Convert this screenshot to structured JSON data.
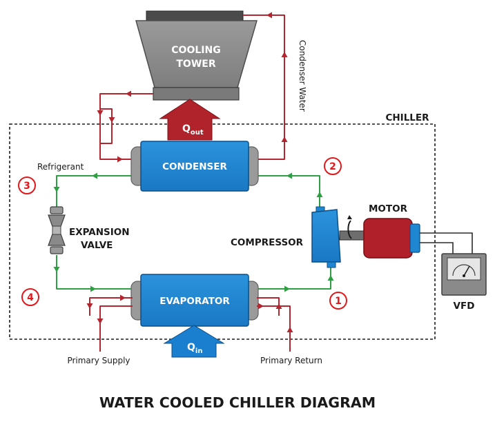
{
  "labels": {
    "cooling_tower_line1": "COOLING",
    "cooling_tower_line2": "TOWER",
    "condenser_water": "Condenser Water",
    "chiller": "CHILLER",
    "q_out_main": "Q",
    "q_out_sub": "out",
    "q_in_main": "Q",
    "q_in_sub": "in",
    "condenser": "CONDENSER",
    "evaporator": "EVAPORATOR",
    "refrigerant": "Refrigerant",
    "expansion_valve_line1": "EXPANSION",
    "expansion_valve_line2": "VALVE",
    "compressor": "COMPRESSOR",
    "motor": "MOTOR",
    "vfd": "VFD",
    "primary_supply": "Primary Supply",
    "primary_return": "Primary Return",
    "title": "WATER COOLED CHILLER DIAGRAM"
  },
  "markers": [
    "1",
    "2",
    "3",
    "4"
  ],
  "colors": {
    "water_line": "#b2262f",
    "refrigerant_line": "#2ea043",
    "component_blue": "#1f86d2",
    "component_border": "#0a4e88",
    "heat_arrow_red": "#b0232b",
    "heat_arrow_blue": "#1b7fd0",
    "motor_red": "#b0202a",
    "marker_red": "#e0181b",
    "tower_gray": "#8f8f8f",
    "cap_gray": "#9a9a9a",
    "dark": "#1a1a1a"
  }
}
